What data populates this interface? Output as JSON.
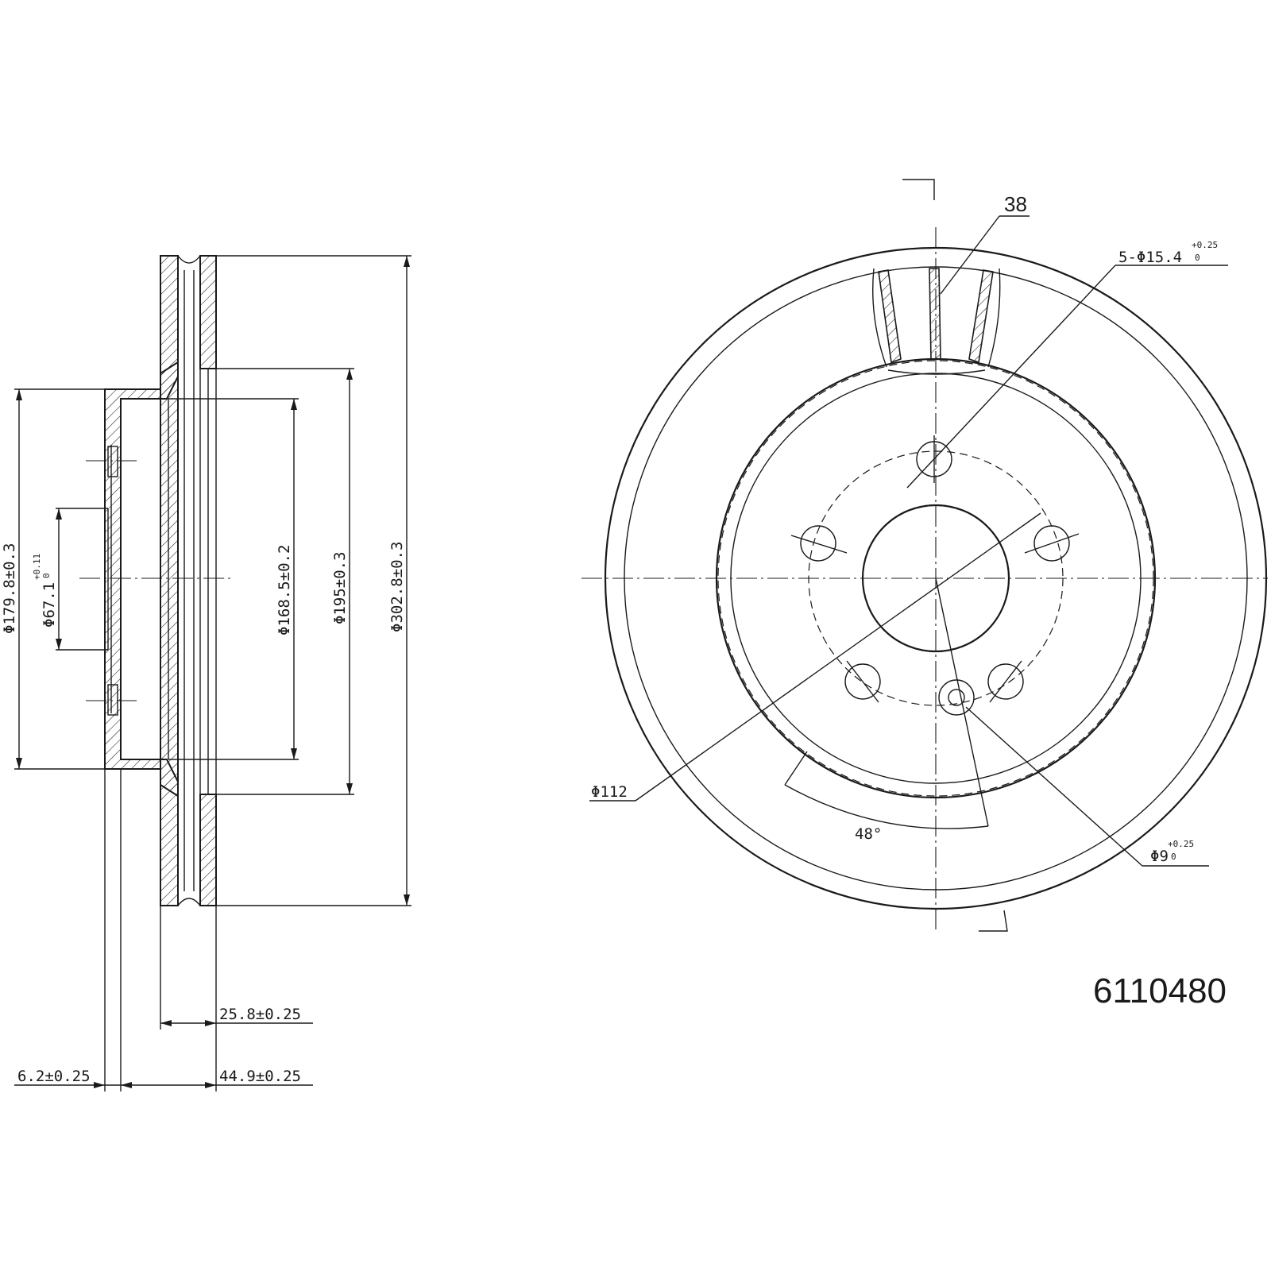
{
  "drawing": {
    "part_number": "6110480",
    "side_view": {
      "dim_outer_diameter": "Φ302.8±0.3",
      "dim_vent_diameter": "Φ195±0.3",
      "dim_hat_inner": "Φ168.5±0.2",
      "dim_hat_outer": "Φ179.8±0.3",
      "dim_center_bore": "Φ67.1",
      "dim_center_bore_tol_upper": "+0.11",
      "dim_center_bore_tol_lower": "0",
      "dim_thickness": "25.8±0.25",
      "dim_total_height": "44.9±0.25",
      "dim_hat_thickness": "6.2±0.25"
    },
    "front_view": {
      "dim_vane_count": "38",
      "dim_bolt_holes_prefix": "5-Φ15.4",
      "dim_bolt_holes_tol_upper": "+0.25",
      "dim_bolt_holes_tol_lower": "0",
      "dim_bolt_circle": "Φ112",
      "dim_angle": "48°",
      "dim_pin_hole": "Φ9",
      "dim_pin_hole_tol_upper": "+0.25",
      "dim_pin_hole_tol_lower": "0"
    }
  }
}
